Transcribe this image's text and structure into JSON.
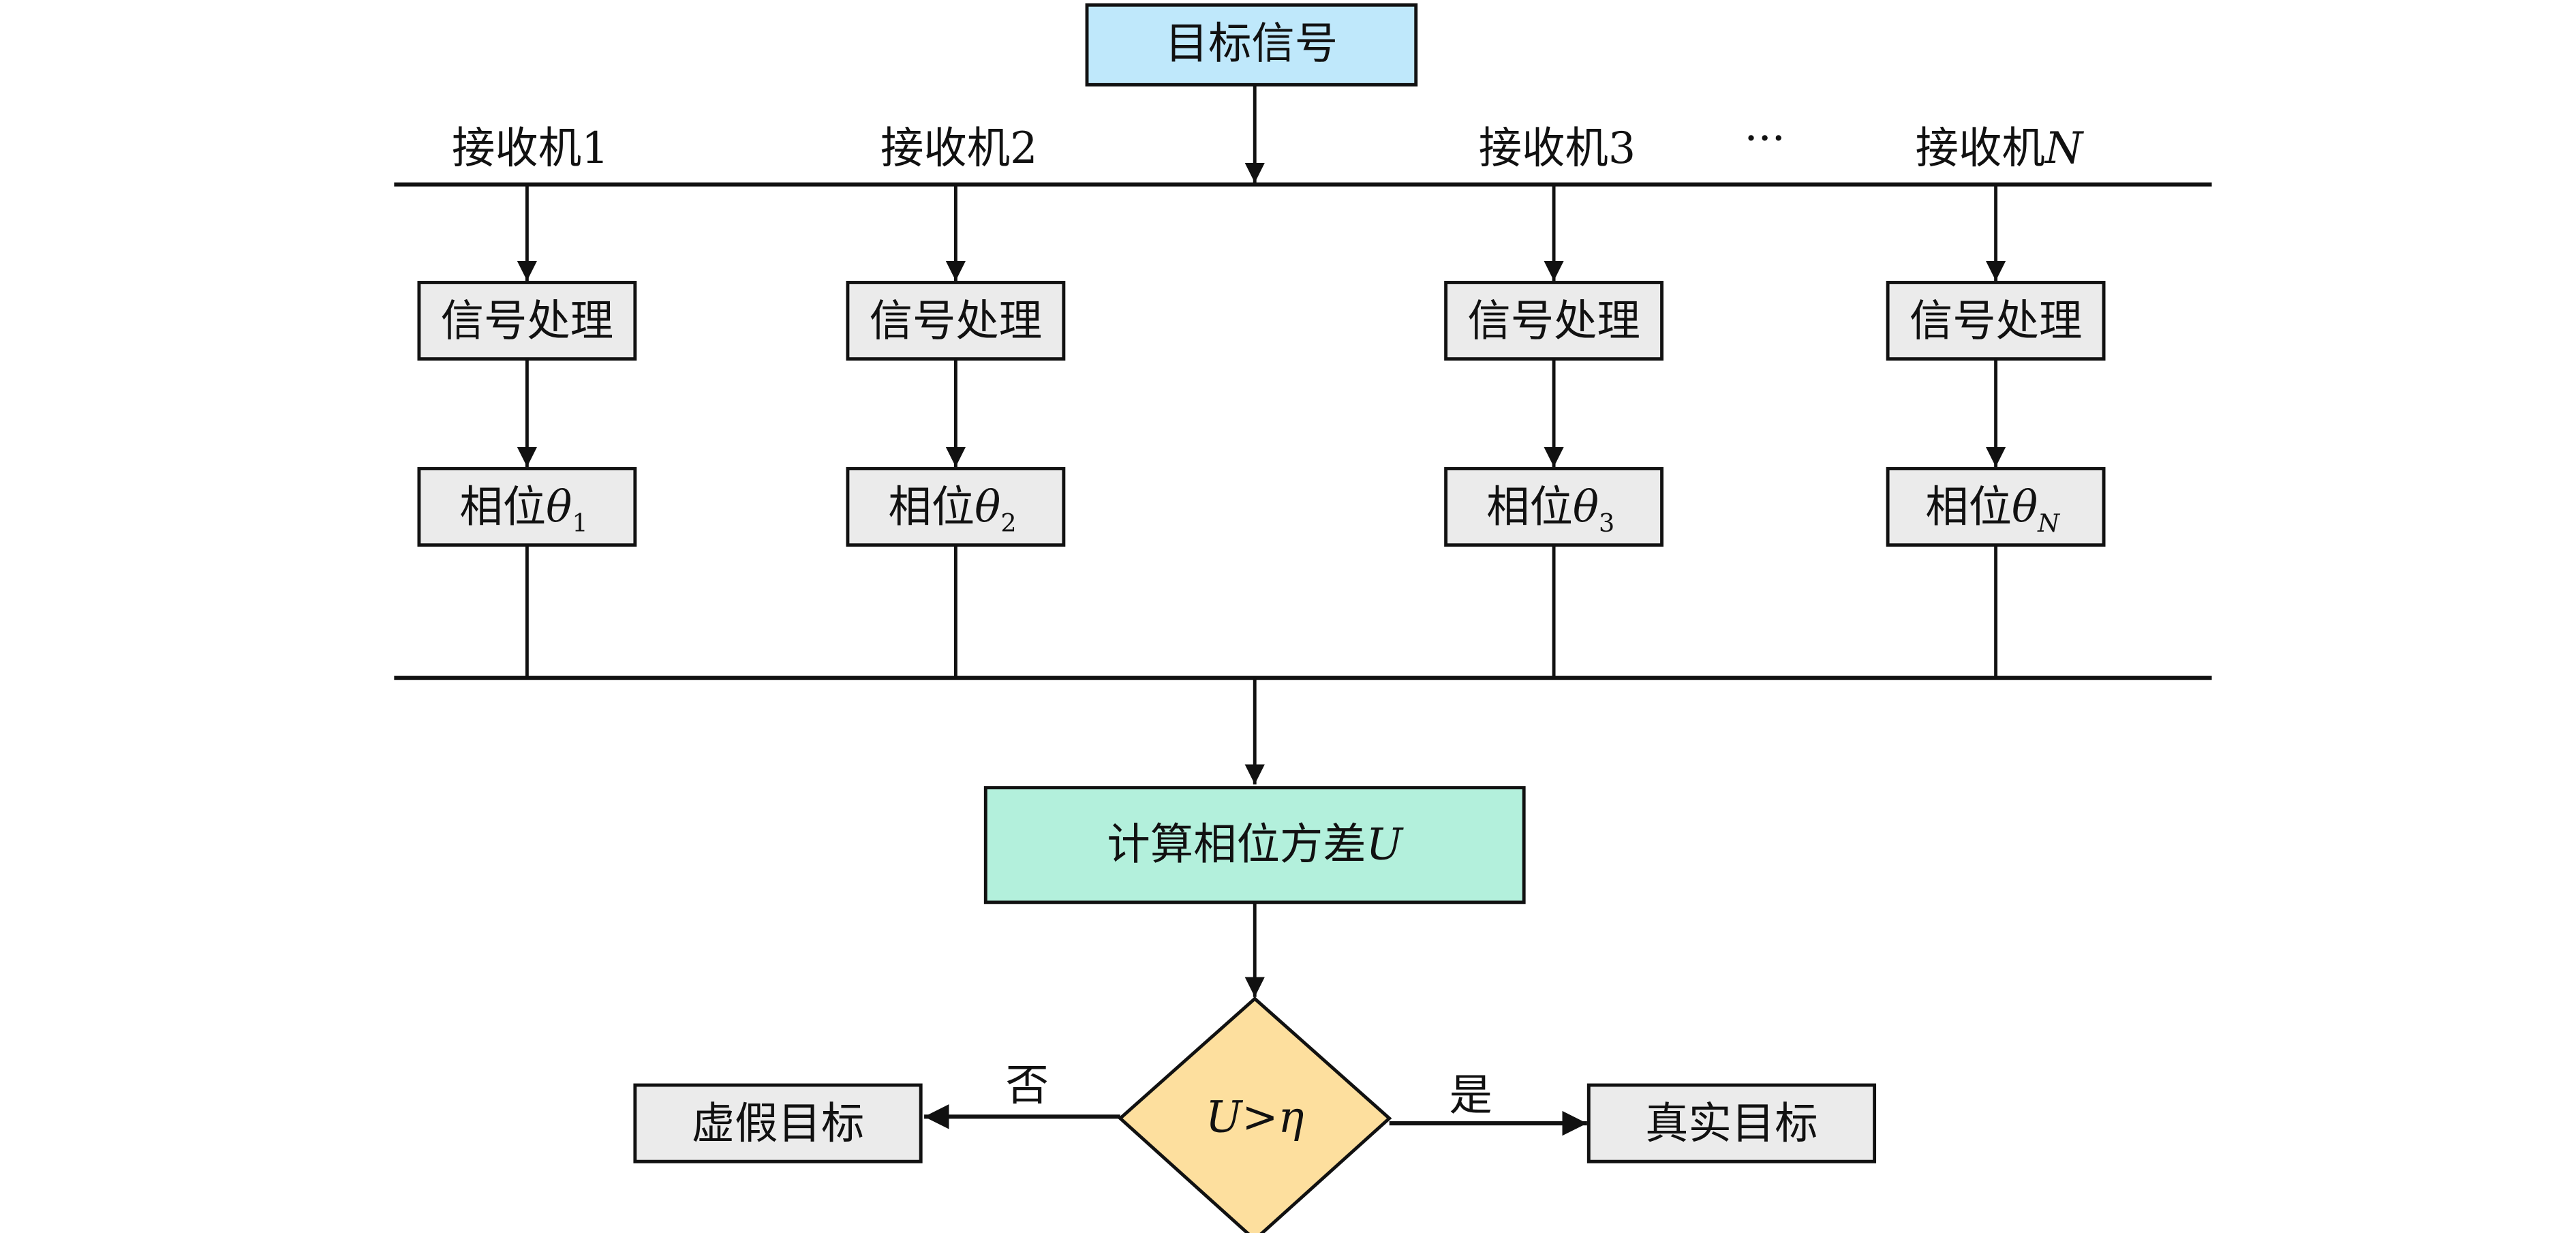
{
  "title": "目标信号",
  "receivers": [
    {
      "label": "接收机",
      "suffix": "1",
      "suffix_italic": false,
      "process": "信号处理",
      "phase": "相位",
      "phase_sub": "1"
    },
    {
      "label": "接收机",
      "suffix": "2",
      "suffix_italic": false,
      "process": "信号处理",
      "phase": "相位",
      "phase_sub": "2"
    },
    {
      "label": "接收机",
      "suffix": "3",
      "suffix_italic": false,
      "process": "信号处理",
      "phase": "相位",
      "phase_sub": "3"
    },
    {
      "label": "接收机",
      "suffix": "N",
      "suffix_italic": true,
      "process": "信号处理",
      "phase": "相位",
      "phase_sub": "N"
    }
  ],
  "ellipsis": "···",
  "theta": "θ",
  "compute": {
    "text": "计算相位方差",
    "var": "U"
  },
  "decision": {
    "var": "U",
    "op": ">",
    "thresh": "η"
  },
  "no_label": "否",
  "yes_label": "是",
  "false_target": "虚假目标",
  "true_target": "真实目标",
  "colors": {
    "title_fill": "#BFE8FB",
    "box_fill": "#EBEBEB",
    "compute_fill": "#B3F0DC",
    "decision_fill": "#FDDF9E"
  }
}
